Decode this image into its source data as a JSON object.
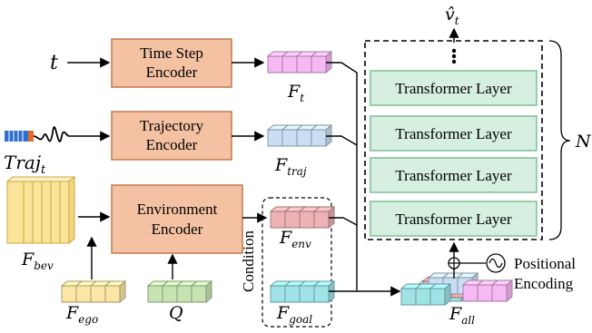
{
  "inputs": {
    "t": "t",
    "traj": "Traj",
    "traj_sub": "t",
    "bev": "F",
    "bev_sub": "bev",
    "ego": "F",
    "ego_sub": "ego",
    "q": "Q"
  },
  "encoders": {
    "time_step": [
      "Time Step",
      "Encoder"
    ],
    "trajectory": [
      "Trajectory",
      "Encoder"
    ],
    "environment": [
      "Environment",
      "Encoder"
    ]
  },
  "features": {
    "ft": "F",
    "ft_sub": "t",
    "ftraj": "F",
    "ftraj_sub": "traj",
    "fenv": "F",
    "fenv_sub": "env",
    "fgoal": "F",
    "fgoal_sub": "goal",
    "fall": "F",
    "fall_sub": "all"
  },
  "condition_label": "Condition",
  "transformer_layers": [
    "Transformer Layer",
    "Transformer Layer",
    "Transformer Layer",
    "Transformer Layer"
  ],
  "repeat_label": "N",
  "output": {
    "symbol": "v̂",
    "sub": "t"
  },
  "positional_encoding": [
    "Positional",
    "Encoding"
  ],
  "colors": {
    "encoder_fill": "#f4c2a3",
    "encoder_stroke": "#c07a50",
    "transformer_fill": "#d6efe1",
    "transformer_stroke": "#7fbf99",
    "ft_fill": "#f6b9f3",
    "ftraj_fill": "#c9ddf3",
    "fenv_fill": "#eeb1b6",
    "fgoal_fill": "#9fe3e7",
    "bev_fill": "#fbe39a",
    "ego_fill": "#fbe6a6",
    "q_fill": "#c8e3b2"
  }
}
